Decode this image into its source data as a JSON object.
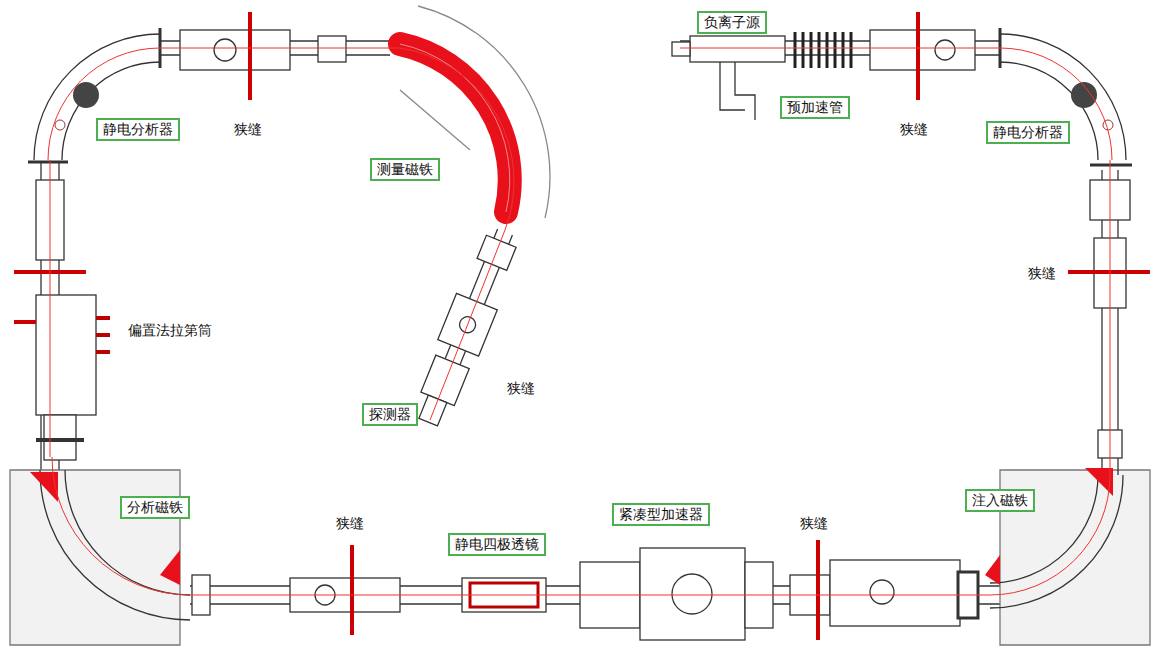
{
  "diagram": {
    "nodes": [
      {
        "text": [
          "负离子源"
        ]
      },
      {
        "text": [
          "预加速管"
        ]
      },
      {
        "text": [
          "静电分析器"
        ]
      },
      {
        "text": [
          "静电分析器"
        ]
      },
      {
        "text": [
          "测量磁铁"
        ]
      },
      {
        "text": [
          "探测器"
        ]
      },
      {
        "text": [
          "分析磁铁"
        ]
      },
      {
        "text": [
          "紧凑型加速器"
        ]
      },
      {
        "text": [
          "注入磁铁"
        ]
      },
      {
        "text": [
          "静电四极透镜"
        ]
      }
    ],
    "labels": [
      "狭缝",
      "狭缝",
      "狭缝",
      "偏置法拉第筒",
      "狭缝",
      "狭缝",
      "狭缝"
    ]
  }
}
